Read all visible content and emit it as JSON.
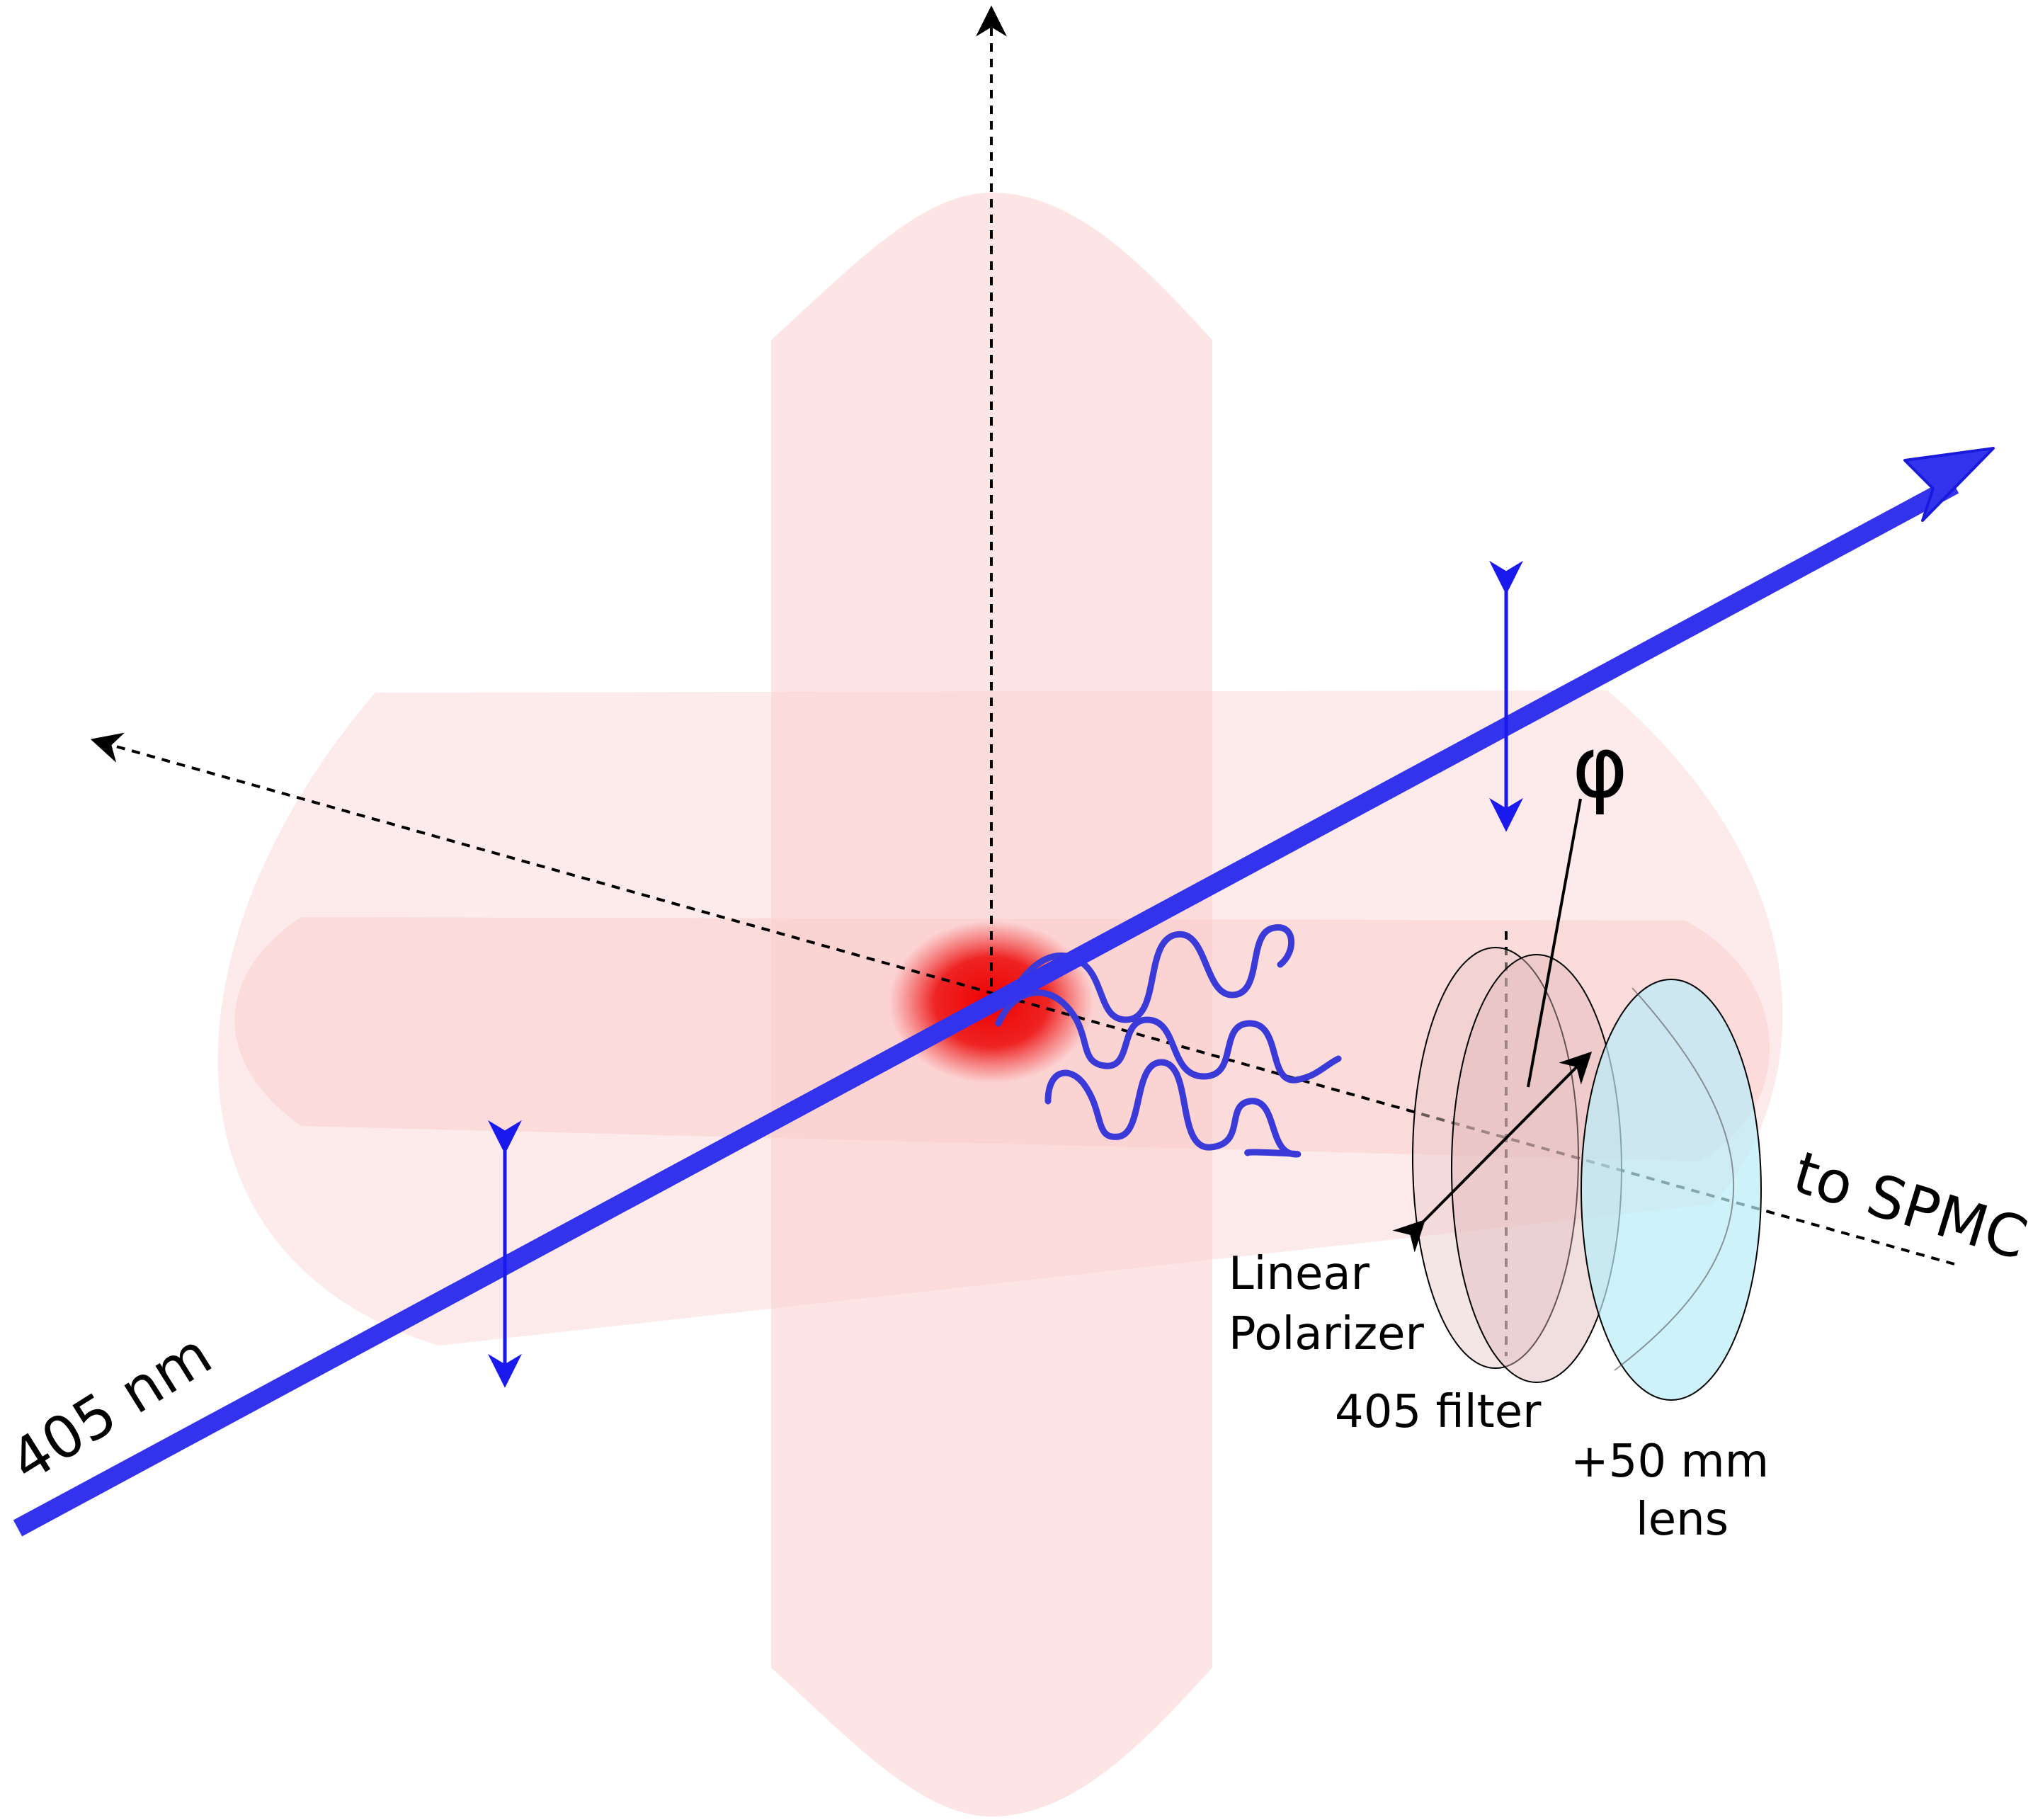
{
  "labels": {
    "laser": "405 nm",
    "phi": "φ",
    "to_spmc": "to SPMC",
    "polarizer_line1": "Linear",
    "polarizer_line2": "Polarizer",
    "filter": "405 filter",
    "lens_line1": "+50 mm",
    "lens_line2": "lens"
  },
  "colors": {
    "beam": "#3333ee",
    "pol_arrow": "#1a1aee",
    "trap_light": "#fde8e8",
    "trap_mid": "#fbd0d0",
    "cloud": "#ee1111",
    "fluorescence": "#3a3ad8",
    "lens": "#b8ecf8"
  }
}
